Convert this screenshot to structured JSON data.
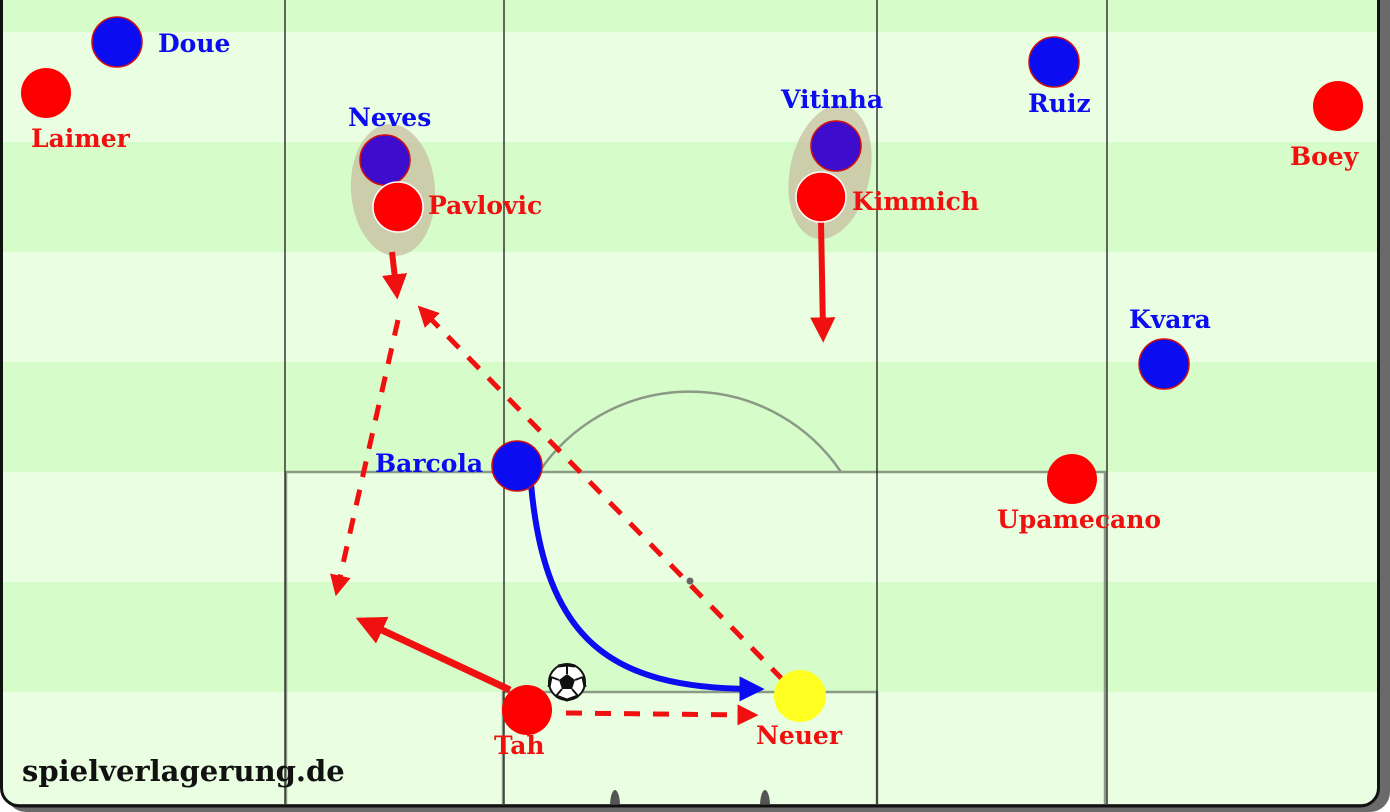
{
  "colors": {
    "stripe_light": "#eaffe2",
    "stripe_dark": "#d6fcca",
    "line": "#8a9a86",
    "divider": "#1a1a1a",
    "blue_player": "#0c0cf0",
    "blue_player_dark": "#3d0ccc",
    "red_player": "#ff0000",
    "keeper": "#ffff22",
    "blue_text": "#0c0cf0",
    "red_text": "#f01010",
    "blue_arrow": "#0c0cf0",
    "red_arrow": "#f01010",
    "pressure_blob": "#c8bfa0",
    "border": "#111111"
  },
  "players": {
    "doue": "Doue",
    "laimer": "Laimer",
    "neves": "Neves",
    "pavlovic": "Pavlovic",
    "vitinha": "Vitinha",
    "kimmich": "Kimmich",
    "ruiz": "Ruiz",
    "boey": "Boey",
    "kvara": "Kvara",
    "barcola": "Barcola",
    "upamecano": "Upamecano",
    "tah": "Tah",
    "neuer": "Neuer"
  },
  "ball_icon": "soccer-ball-icon",
  "watermark": "spielverlagerung.de"
}
